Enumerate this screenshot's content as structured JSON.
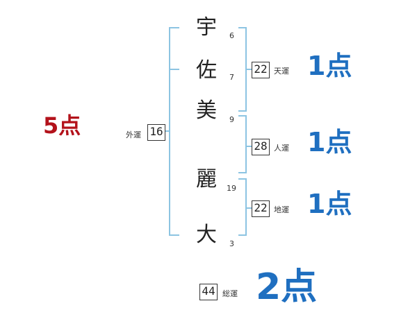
{
  "name": {
    "surname": [
      {
        "char": "宇",
        "strokes": "6"
      },
      {
        "char": "佐",
        "strokes": "7"
      },
      {
        "char": "美",
        "strokes": "9"
      }
    ],
    "given": [
      {
        "char": "麗",
        "strokes": "19"
      },
      {
        "char": "大",
        "strokes": "3"
      }
    ]
  },
  "fortunes": {
    "gaiun": {
      "label": "外運",
      "value": "16",
      "score": "5点"
    },
    "tenun": {
      "label": "天運",
      "value": "22",
      "score": "1点"
    },
    "jinun": {
      "label": "人運",
      "value": "28",
      "score": "1点"
    },
    "chiun": {
      "label": "地運",
      "value": "22",
      "score": "1点"
    },
    "souun": {
      "label": "総運",
      "value": "44",
      "score": "2点"
    }
  },
  "colors": {
    "bracket": "#8cc4e2",
    "score_blue": "#1f6fc0",
    "score_red": "#b3121b"
  }
}
